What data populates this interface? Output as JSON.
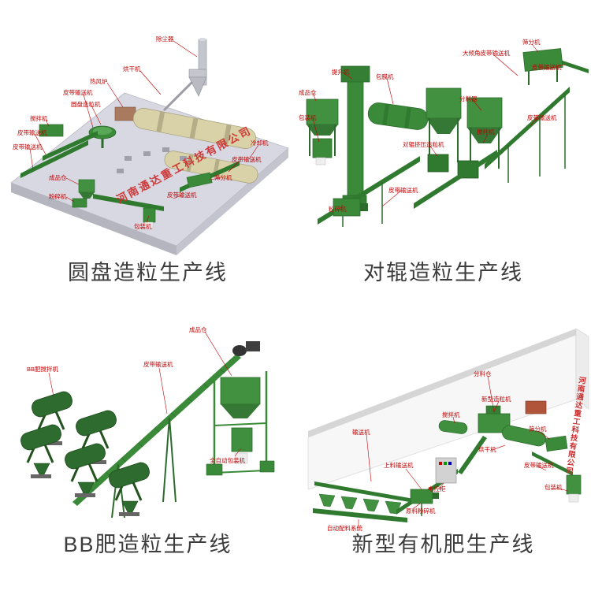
{
  "page": {
    "background": "#ffffff"
  },
  "colors": {
    "label_red": "#c00000",
    "watermark_red": "#cc2c2c",
    "machine_green": "#3a8a3a",
    "machine_green_dark": "#2c6b2c",
    "drum_tan": "#d9d2a8",
    "platform_gray": "#d7d8e1",
    "wall_gray": "#f7f7f7",
    "caption_gray": "#3c3c3c"
  },
  "quadrants": [
    {
      "id": "disc-granulation-line",
      "caption": "圆盘造粒生产线",
      "watermark": "河南通达重工科技有限公司",
      "labels": [
        "除尘器",
        "烘干机",
        "热风炉",
        "皮带输送机",
        "圆盘造粒机",
        "搅拌机",
        "皮带输送机",
        "皮带输送机",
        "成品仓",
        "粉碎机",
        "包装机",
        "冷却机",
        "皮带输送机",
        "筛分机",
        "皮带输送机"
      ]
    },
    {
      "id": "roller-granulation-line",
      "caption": "对辊造粒生产线",
      "labels": [
        "提升机",
        "包膜机",
        "筛分机",
        "大倾角皮带输送机",
        "皮带输送机",
        "分料器",
        "搅拌机",
        "对辊挤压造粒机",
        "成品仓",
        "包装机",
        "皮带输送机",
        "皮带输送机",
        "粉碎机"
      ]
    },
    {
      "id": "bb-fertilizer-line",
      "caption": "BB肥造粒生产线",
      "labels": [
        "成品仓",
        "BB肥搅拌机",
        "皮带输送机",
        "全自动包装机"
      ]
    },
    {
      "id": "organic-fertilizer-line",
      "caption": "新型有机肥生产线",
      "watermark": "河南通达重工科技有限公司",
      "labels": [
        "分料仓",
        "输送机",
        "上料输送机",
        "搅拌机",
        "新型造粒机",
        "烘干机",
        "筛分机",
        "皮带输送机",
        "包装机",
        "电控柜",
        "自动配料系统",
        "原料粉碎机"
      ]
    }
  ]
}
